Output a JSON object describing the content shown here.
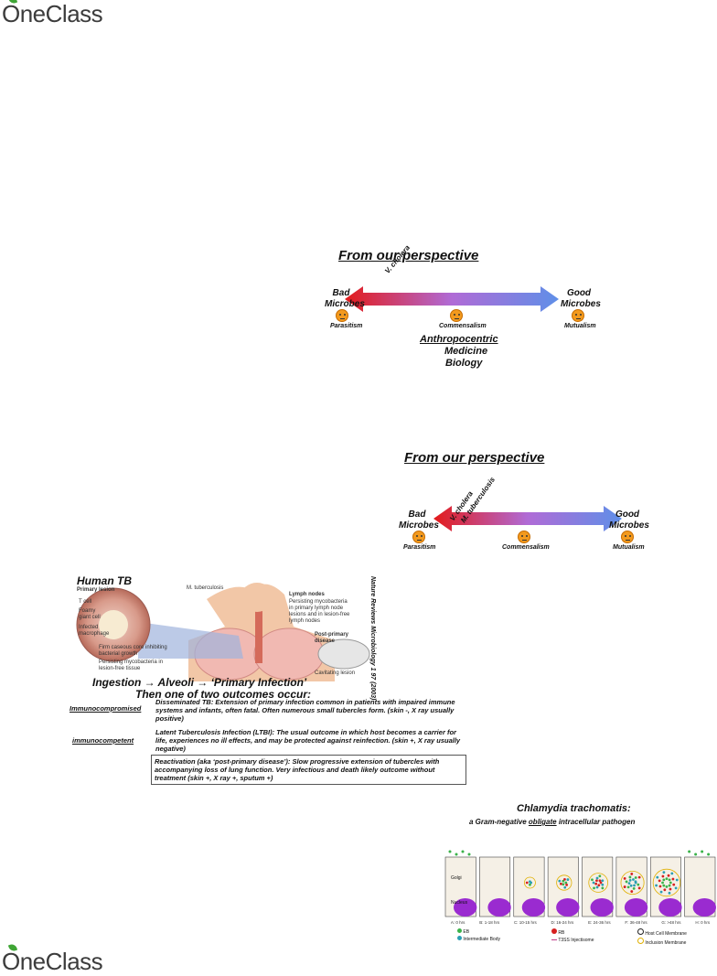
{
  "logo": {
    "text": "OneClass"
  },
  "slide1": {
    "title": "From our perspective",
    "left_label": "Bad Microbes",
    "right_label": "Good Microbes",
    "microbe": "V. cholera",
    "scale": [
      "Parasitism",
      "Commensalism",
      "Mutualism"
    ],
    "anthropocentric": "Anthropocentric",
    "medicine": "Medicine",
    "biology": "Biology"
  },
  "slide2": {
    "title": "From our perspective",
    "left_label": "Bad Microbes",
    "right_label": "Good Microbes",
    "microbes": [
      "V. cholera",
      "M. tuberculosis"
    ],
    "scale": [
      "Parasitism",
      "Commensalism",
      "Mutualism"
    ]
  },
  "tb": {
    "title": "Human TB",
    "primary_lesion": "Primary lesion",
    "labels": [
      "T cell",
      "Foamy giant cell",
      "Infected macrophage",
      "Firm caseous core inhibiting bacterial growth",
      "Persisting mycobacteria in lesion-free tissue"
    ],
    "m_tb": "M. tuberculosis",
    "lymph_nodes": "Lymph nodes",
    "lymph_desc": "Persisting mycobacteria in primary lymph node lesions and in lesion-free lymph nodes",
    "post_primary": "Post-primary disease",
    "cavitating": "Cavitating lesion",
    "credit": "Nature Reviews Microbiology 1 97 (2003)",
    "pathway": "Ingestion → Alveoli → ‘Primary Infection’",
    "then": "Then one of two outcomes occur:",
    "immunocompromised": "Immunocompromised",
    "immunocompetent": "immunocompetent",
    "disseminated": "Disseminated TB: Extension of primary infection common in patients with impaired immune systems and infants, often fatal. Often numerous small tubercles form. (skin -, X ray usually positive)",
    "latent": "Latent Tuberculosis Infection (LTBI): The usual outcome in which host becomes a carrier for life, experiences no ill effects, and may be protected against reinfection. (skin +, X ray usually negative)",
    "reactivation": "Reactivation (aka ‘post-primary disease’): Slow progressive extension of tubercles with accompanying loss of lung function. Very infectious and death likely outcome without treatment (skin +, X ray +, sputum +)"
  },
  "chlamydia": {
    "title": "Chlamydia trachomatis:",
    "subtitle_pre": "a Gram-negative ",
    "subtitle_obligate": "obligate",
    "subtitle_post": " intracellular pathogen",
    "golgi": "Golgi",
    "nucleus": "Nucleus",
    "stages": [
      "A: 0 hrs",
      "B: 1-18 hrs",
      "C: 10-15 hrs",
      "D: 16-24 hrs",
      "E: 24-36 hrs",
      "F: 36-48 hrs",
      "G: >48 hrs",
      "H: 0 hrs"
    ],
    "legend": [
      "EB",
      "Intermediate Body",
      "RB",
      "T3SS Injectisome",
      "Host Cell Membrane",
      "Inclusion Membrane"
    ]
  }
}
